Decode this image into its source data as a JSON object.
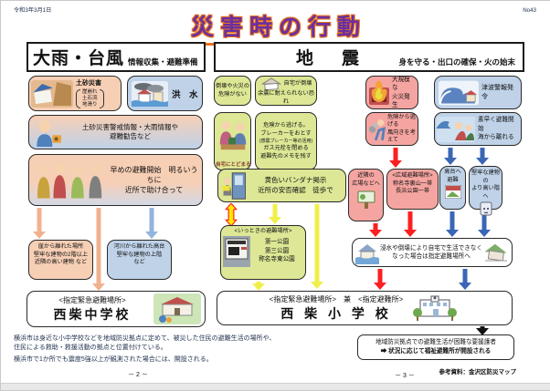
{
  "header": {
    "date": "令和3年3月1日",
    "doc_no": "No43",
    "title": "災害時の行動"
  },
  "rain": {
    "title": "大雨・台風",
    "subtitle": "情報収集・避難準備",
    "landslide": {
      "label": "土砂災害",
      "items": [
        "崖崩れ",
        "土石流",
        "地滑り"
      ]
    },
    "flood": {
      "label": "洪　水"
    },
    "warning": {
      "line1": "土砂災害警戒情報・大雨情報や",
      "line2": "避難勧告など"
    },
    "early": {
      "line1": "早めの避難開始　明るいうちに",
      "line2": "近所で助け合って"
    },
    "cliff": {
      "line1": "崖から離れた場所",
      "line2": "堅牢な建物の2階以上",
      "line3": "近隣の高い建物 など"
    },
    "river": {
      "line1": "河川から離れた高台",
      "line2": "堅牢な建物の上階",
      "line3": "など"
    },
    "shelter": {
      "tag": "<指定緊急避難場所>",
      "name": "西柴中学校"
    },
    "notes": {
      "line1": "横浜市は身近な小中学校などを地域防災拠点に定めて、被災した住民の避難生活の場所や、",
      "line2": "住民による救助・救援活動の拠点と位置付けている。",
      "line3": "横浜市で1か所でも震度5強以上が観測された場合には、開設される。"
    },
    "page": "－ 2 －"
  },
  "quake": {
    "title": "地　震",
    "subtitle": "身を守る・出口の確保・火の始末",
    "no_danger": {
      "line1": "倒壊や火災の",
      "line2": "危険がない"
    },
    "collapse": {
      "line1": "自宅が倒壊",
      "line2": "余震に耐えられない恐れ"
    },
    "fire": {
      "line1": "大規模な",
      "line2": "火災発生"
    },
    "tsunami": {
      "label": "津波警報発令"
    },
    "stay": {
      "label": "自宅にとどまる"
    },
    "prepare": {
      "line1": "危険から逃げる。",
      "line2": "ブレーカーをおとす",
      "line3": "(感震ブレーカー等の活用)",
      "line4": "ガス元栓を閉める",
      "line5": "避難先のメモを残す"
    },
    "flee": {
      "line1": "危険から逃げる",
      "line2": "風向きを考えて"
    },
    "quick": {
      "line1": "素早く避難開始",
      "line2": "海から離れる"
    },
    "bandana": {
      "line1": "黄色いバンダナ掲示",
      "line2": "近所の安否確認　徒歩で"
    },
    "plaza": {
      "line1": "近隣の",
      "line2": "広場などへ"
    },
    "wide": {
      "tag": "<広域避難場所>",
      "line1": "称名寺裏山一帯",
      "line2": "長浜公園一帯"
    },
    "hill": {
      "line1": "高台へ",
      "line2": "避難"
    },
    "sturdy": {
      "line1": "堅牢な建物の",
      "line2": "より高い階へ"
    },
    "ittoki": {
      "tag": "<いっときの避難場所>",
      "park1": "第一公園",
      "park2": "第三公園",
      "park3": "称名寺東公園"
    },
    "flooded": {
      "line1": "浸水や倒壊により自宅で生活できなく",
      "line2": "なった場合は指定避難場所へ"
    },
    "shelter": {
      "tag": "<指定緊急避難場所>　兼　<指定避難所>",
      "name": "西 柴 小 学 校"
    },
    "welfare": {
      "line1": "地域防災拠点での避難生活が困難な要援護者",
      "line2": "➡ 状況に応じて福祉避難所が開設される"
    },
    "reference": "参考資料：金沢区防災マップ",
    "page": "－ 3 －"
  },
  "colors": {
    "salmon": "#f7cfb5",
    "light_blue": "#bfd2e8",
    "green": "#dde795",
    "pink": "#f5a5a1",
    "title_purple": "#6b2fa0",
    "title_orange": "#e8731a",
    "arrow_red": "#fb2020",
    "arrow_blue": "#3a66b5",
    "arrow_yellow": "#f0ef4a",
    "arrow_salmon": "#f0b28e"
  }
}
